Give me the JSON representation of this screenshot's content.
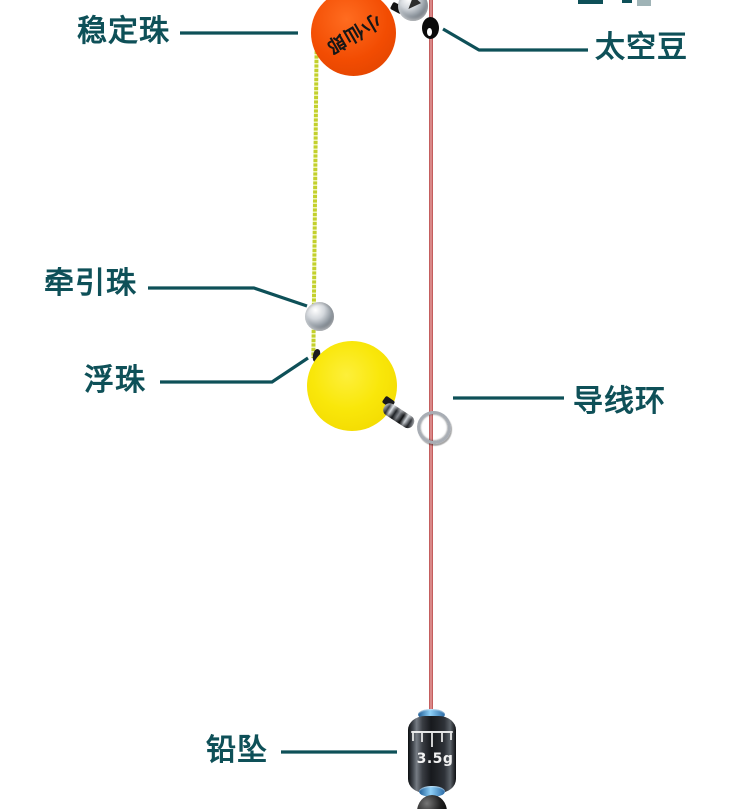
{
  "diagram": {
    "labels": {
      "stabilizer_bead": "稳定珠",
      "space_bean": "太空豆",
      "traction_bead": "牵引珠",
      "float_bead": "浮珠",
      "guide_ring": "导线环",
      "lead_sinker": "铅坠"
    },
    "float_ball": {
      "brand_text": "小仙郎"
    },
    "sinker": {
      "weight": "3.5g"
    },
    "colors": {
      "label_teal": "#0e5058",
      "main_line_red": "#c25050",
      "sub_line_chartreuse": "#c3d02c",
      "stabilizer_orange": "#f24c02",
      "float_yellow": "#f8e700",
      "sinker_cap_blue": "#57a8e0",
      "sinker_body": "#1c1f23"
    }
  }
}
